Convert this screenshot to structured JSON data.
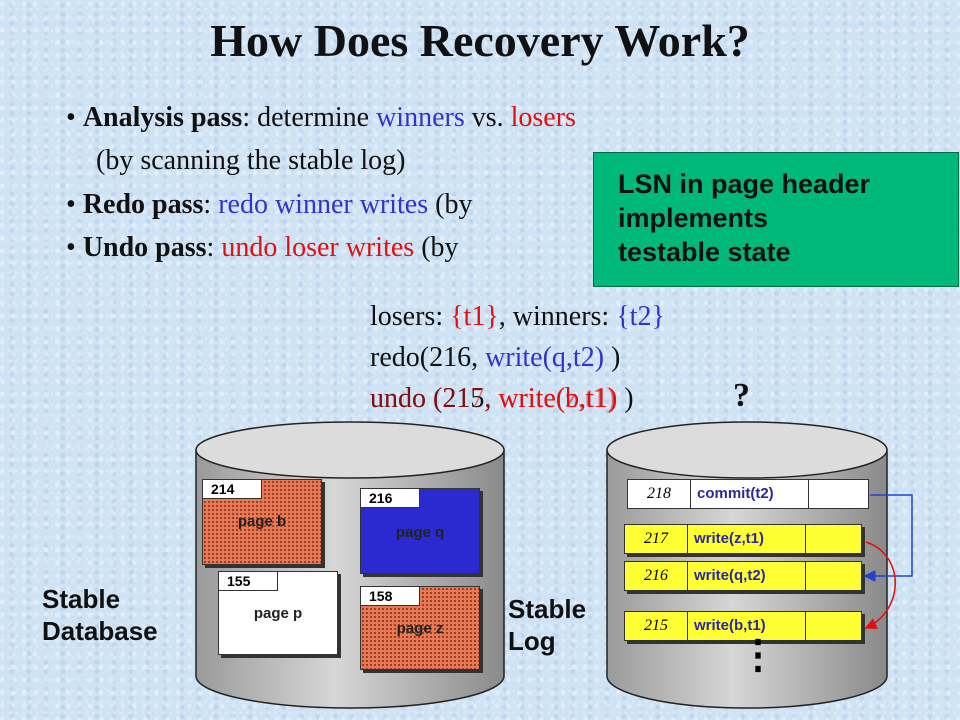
{
  "title": "How Does Recovery Work?",
  "bullets": [
    {
      "head": "Analysis pass",
      "pre": ": determine ",
      "a": "winners",
      "mid": " vs. ",
      "b": "losers",
      "cont": "(by scanning the stable log)"
    },
    {
      "head": "Redo pass",
      "pre": ": ",
      "a": "redo winner writes",
      "tail": " (by"
    },
    {
      "head": "Undo pass",
      "pre": ": ",
      "a": "undo loser writes",
      "tail": " (by"
    }
  ],
  "callout": {
    "line1": "LSN in page header",
    "line2": "implements",
    "line3": "testable state"
  },
  "analysis": {
    "losers_label": "losers: ",
    "losers_val": "{t1}",
    "winners_label": ", winners: ",
    "winners_val": "{t2}"
  },
  "redo_line": {
    "prefix": "redo(216, ",
    "op": "write(q,t2)",
    "suffix": " )"
  },
  "undo_line": {
    "prefix": "undo (215, ",
    "op": "write(b,t1)",
    "suffix": " )",
    "overlay": "undo (217, write(z,t1)",
    "question": "?"
  },
  "database": {
    "label1": "Stable",
    "label2": "Database",
    "pages": [
      {
        "num": "214",
        "name": "page b"
      },
      {
        "num": "216",
        "name": "page q"
      },
      {
        "num": "155",
        "name": "page p"
      },
      {
        "num": "158",
        "name": "page z"
      }
    ]
  },
  "log": {
    "label1": "Stable",
    "label2": "Log",
    "records": [
      {
        "lsn": "218",
        "op": "commit(t2)"
      },
      {
        "lsn": "217",
        "op": "write(z,t1)"
      },
      {
        "lsn": "216",
        "op": "write(q,t2)"
      },
      {
        "lsn": "215",
        "op": "write(b,t1)"
      }
    ],
    "more": "⋮"
  },
  "colors": {
    "winner": "#3333cc",
    "loser": "#e01010",
    "callout_bg": "#00b87a",
    "page_q": "#2a2ad0",
    "log_record": "#ffff33"
  }
}
